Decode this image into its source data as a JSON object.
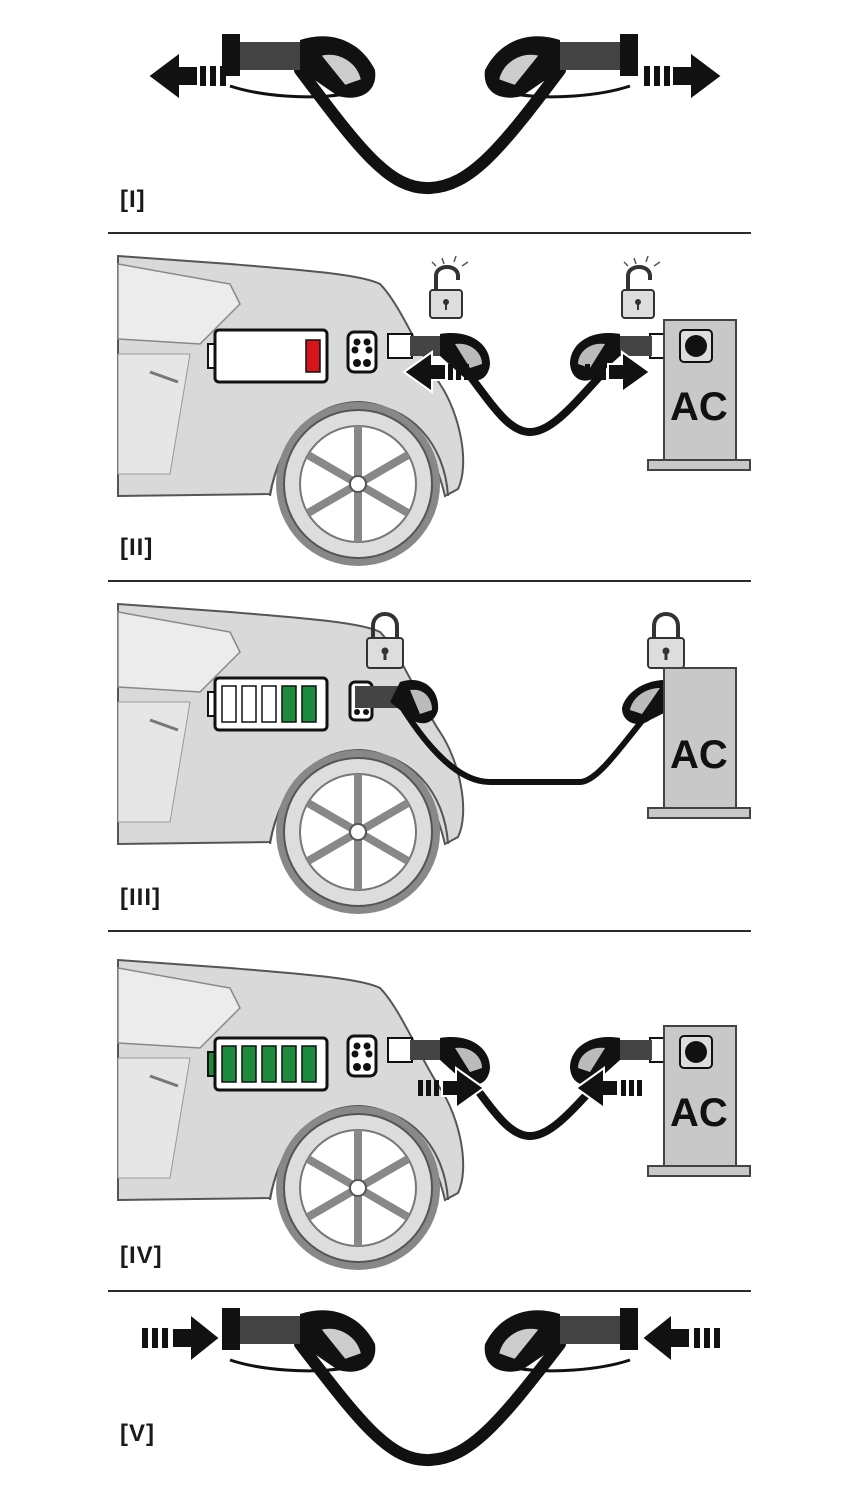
{
  "steps": [
    {
      "label": "[I]"
    },
    {
      "label": "[II]",
      "station": "AC",
      "battery_level": 0.1,
      "lock_state": "unlocked"
    },
    {
      "label": "[III]",
      "station": "AC",
      "battery_segments_filled": 2,
      "battery_segments_total": 5,
      "lock_state": "locked"
    },
    {
      "label": "[IV]",
      "station": "AC",
      "battery_segments_filled": 5,
      "battery_segments_total": 5
    },
    {
      "label": "[V]"
    }
  ],
  "colors": {
    "battery_green": "#1e8a3c",
    "battery_red": "#d7141b",
    "car_body": "#d9d9d9",
    "station": "#c8c8c8"
  }
}
